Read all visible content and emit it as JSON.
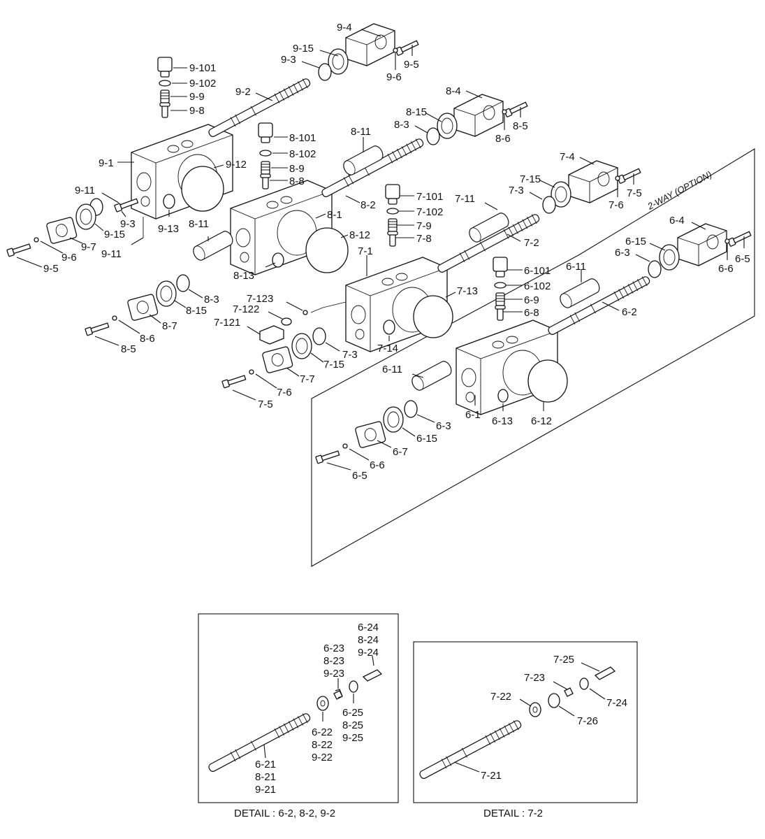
{
  "labels": {
    "9_4": "9-4",
    "9_15": "9-15",
    "9_3_top": "9-3",
    "9_6_top": "9-6",
    "9_5_top": "9-5",
    "9_101": "9-101",
    "9_102": "9-102",
    "9_9": "9-9",
    "9_8": "9-8",
    "9_2": "9-2",
    "9_1": "9-1",
    "9_12": "9-12",
    "9_11_a": "9-11",
    "9_3_b": "9-3",
    "9_15_b": "9-15",
    "9_13": "9-13",
    "9_7": "9-7",
    "9_6_b": "9-6",
    "9_11_b": "9-11",
    "9_5_b": "9-5",
    "8_4": "8-4",
    "8_15_top": "8-15",
    "8_3_top": "8-3",
    "8_6_top": "8-6",
    "8_5_top": "8-5",
    "8_11_top": "8-11",
    "8_101": "8-101",
    "8_102": "8-102",
    "8_9": "8-9",
    "8_8": "8-8",
    "8_2": "8-2",
    "8_1": "8-1",
    "8_12": "8-12",
    "8_11_b": "8-11",
    "8_13": "8-13",
    "8_3_b": "8-3",
    "8_15_b": "8-15",
    "8_7": "8-7",
    "8_6_b": "8-6",
    "8_5_b": "8-5",
    "7_4": "7-4",
    "7_15_top": "7-15",
    "7_3_top": "7-3",
    "7_6_top": "7-6",
    "7_5_top": "7-5",
    "7_101": "7-101",
    "7_102": "7-102",
    "7_11": "7-11",
    "7_9": "7-9",
    "7_8": "7-8",
    "7_2": "7-2",
    "7_1": "7-1",
    "7_13": "7-13",
    "7_123": "7-123",
    "7_122": "7-122",
    "7_121": "7-121",
    "7_3_b": "7-3",
    "7_14": "7-14",
    "7_15_b": "7-15",
    "7_7": "7-7",
    "7_6_b": "7-6",
    "7_5_b": "7-5",
    "option": "2-WAY (OPTION)",
    "6_4": "6-4",
    "6_15_top": "6-15",
    "6_3_top": "6-3",
    "6_6_top": "6-6",
    "6_5_top": "6-5",
    "6_101": "6-101",
    "6_11_top": "6-11",
    "6_102": "6-102",
    "6_9": "6-9",
    "6_8": "6-8",
    "6_2": "6-2",
    "6_11_b": "6-11",
    "6_1": "6-1",
    "6_13": "6-13",
    "6_12": "6-12",
    "6_3_b": "6-3",
    "6_15_b": "6-15",
    "6_7": "6-7",
    "6_6_b": "6-6",
    "6_5_b": "6-5"
  },
  "detail1": {
    "caption": "DETAIL : 6-2, 8-2, 9-2",
    "l_6_24": "6-24",
    "l_8_24": "8-24",
    "l_9_24": "9-24",
    "l_6_23": "6-23",
    "l_8_23": "8-23",
    "l_9_23": "9-23",
    "l_6_25": "6-25",
    "l_8_25": "8-25",
    "l_9_25": "9-25",
    "l_6_22": "6-22",
    "l_8_22": "8-22",
    "l_9_22": "9-22",
    "l_6_21": "6-21",
    "l_8_21": "8-21",
    "l_9_21": "9-21"
  },
  "detail2": {
    "caption": "DETAIL : 7-2",
    "l_7_25": "7-25",
    "l_7_23": "7-23",
    "l_7_22": "7-22",
    "l_7_24": "7-24",
    "l_7_26": "7-26",
    "l_7_21": "7-21"
  }
}
